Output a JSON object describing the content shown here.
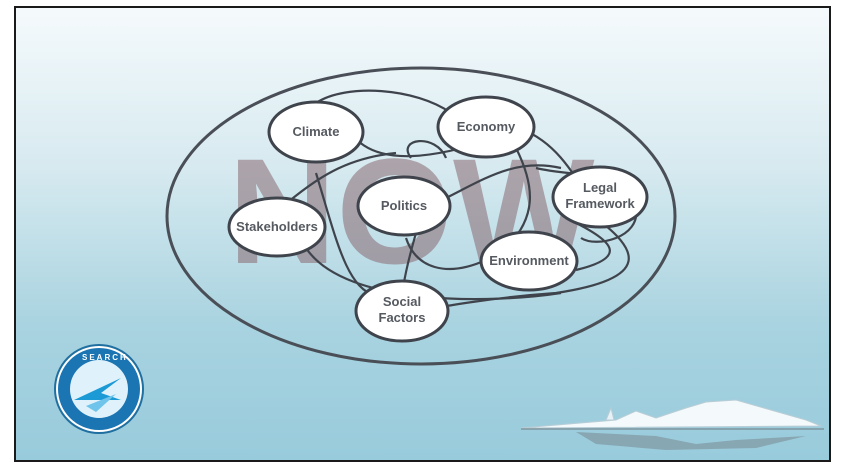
{
  "diagram": {
    "watermark": "NOW",
    "nodes": {
      "climate": "Climate",
      "economy": "Economy",
      "politics": "Politics",
      "legal_line1": "Legal",
      "legal_line2": "Framework",
      "stakeholders": "Stakeholders",
      "environment": "Environment",
      "social_line1": "Social",
      "social_line2": "Factors"
    }
  },
  "logo": {
    "text": "SEARCH",
    "icon": "search-logo-icon"
  },
  "decor": {
    "iceberg_icon": "iceberg-icon"
  }
}
